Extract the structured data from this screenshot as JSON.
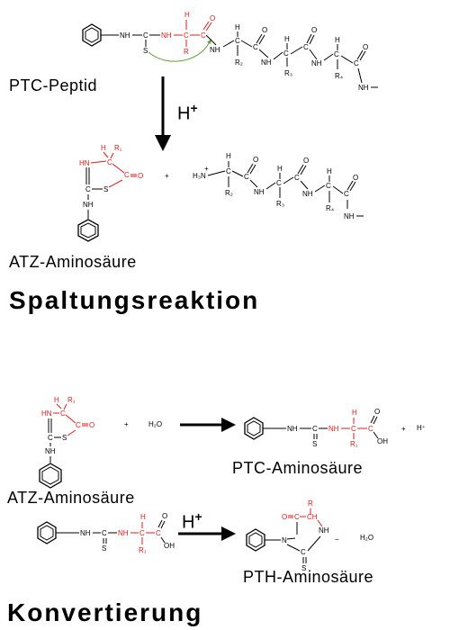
{
  "labels": {
    "ptc_peptide": "PTC-Peptid",
    "h_plus_base": "H",
    "h_plus_sup": "+",
    "atz_amino_top": "ATZ-Aminosäure",
    "cleavage_title": "Spaltungsreaktion",
    "ptc_amino": "PTC-Aminosäure",
    "atz_amino_bottom": "ATZ-Aminosäure",
    "h_plus2_base": "H",
    "h_plus2_sup": "+",
    "pth_amino": "PTH-Aminosäure",
    "conversion_title": "Konvertierung"
  },
  "colors": {
    "highlight": "#e0191b",
    "bond": "#000000",
    "arrow_curve": "#6a9a3a"
  }
}
